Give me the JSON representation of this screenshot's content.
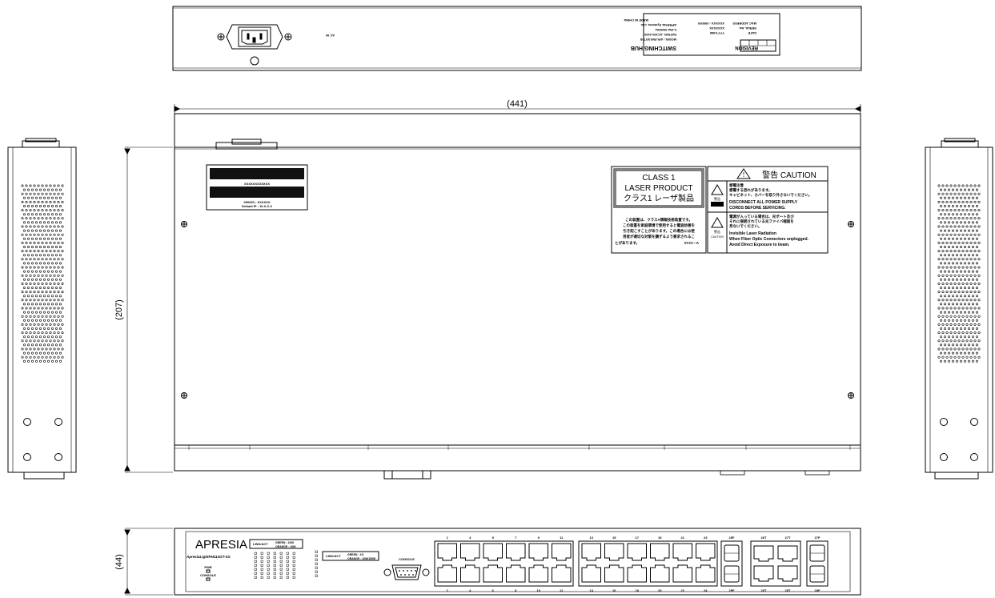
{
  "dimensions": {
    "width": "(441)",
    "depth": "(207)",
    "height": "(44)"
  },
  "rear_panel": {
    "ac_in_label": "AC IN",
    "rating_label": {
      "title": "SWITCHING HUB",
      "model": "MODEL: APLFM13GT28",
      "rating": "RATING: AC100-240V",
      "current": "0.45A 50/60Hz",
      "maker": "APRESIA Systems, Ltd.",
      "made_in": "MADE IN CHINA",
      "revision": "REVISION",
      "date": "DATE",
      "yyyy": "YYYY.MM",
      "serial": "SERIAL No.",
      "serial_value": "XXXXXXX",
      "mac": "MAC ADDRESS",
      "mac_value": "XXXXXX : 000000"
    }
  },
  "top_view": {
    "mac_label": {
      "line1": "XXXXXXXXXXXX",
      "line2": "000000 : XXXXXX",
      "line3": "Default IP : 10.X.X.X"
    },
    "laser_label": {
      "line1": "CLASS 1",
      "line2": "LASER PRODUCT",
      "line3": "クラス1 レーザ製品"
    },
    "vcci_label": {
      "text1": "この装置は、クラスA情報技術装置です。",
      "text2": "この装置を家庭環境で使用すると電波妨害を",
      "text3": "引き起こすことがあります。この場合には使",
      "text4": "用者が適切な対策を講ずるよう要求されるこ",
      "text5": "とがあります。",
      "code": "VCCI—A"
    },
    "caution_label": {
      "title": "警告 CAUTION",
      "jp1": "感電注意",
      "jp2": "感電する恐れがあります。",
      "jp3": "キャビネット、カバーを取り外さないでください。",
      "en1": "DISCONNECT ALL POWER SUPPLY",
      "en2": "CORDS BEFORE SERVICING.",
      "jp4": "電源が入っている場合は、光ポート及び",
      "jp5": "それに接続されている光ファイバ端面を",
      "jp6": "見ないでください。",
      "en3": "Invisible Laser Radiation",
      "en4": "When Fiber Optic Connectors unplugged.",
      "en5": "Avoid Direct Exposure to beam.",
      "warn_small": "警告",
      "caution_small": "CAUTION"
    }
  },
  "front_panel": {
    "brand": "APRESIA",
    "model": "ApresiaLightFM113GT-SS",
    "pwr": "PWR",
    "console": "CONSOLE",
    "legend1": "LINK/ACT",
    "legend1_green": "GREEN : 1000",
    "legend1_orange": "ORANGE : 10M",
    "legend2": "LINK/ACT",
    "legend2_green": "GREEN : 1G",
    "legend2_orange": "ORANGE : 10M/100M",
    "console_port": "CONSOLE",
    "top_ports": [
      "1",
      "3",
      "5",
      "7",
      "9",
      "11",
      "13",
      "15",
      "17",
      "19",
      "21",
      "23"
    ],
    "bottom_ports": [
      "2",
      "4",
      "6",
      "8",
      "10",
      "12",
      "14",
      "16",
      "18",
      "20",
      "22",
      "24"
    ],
    "sfp_top": [
      "25F",
      "26T",
      "27T",
      "27F"
    ],
    "sfp_bottom": [
      "25F",
      "26T",
      "28T",
      "28F"
    ]
  }
}
